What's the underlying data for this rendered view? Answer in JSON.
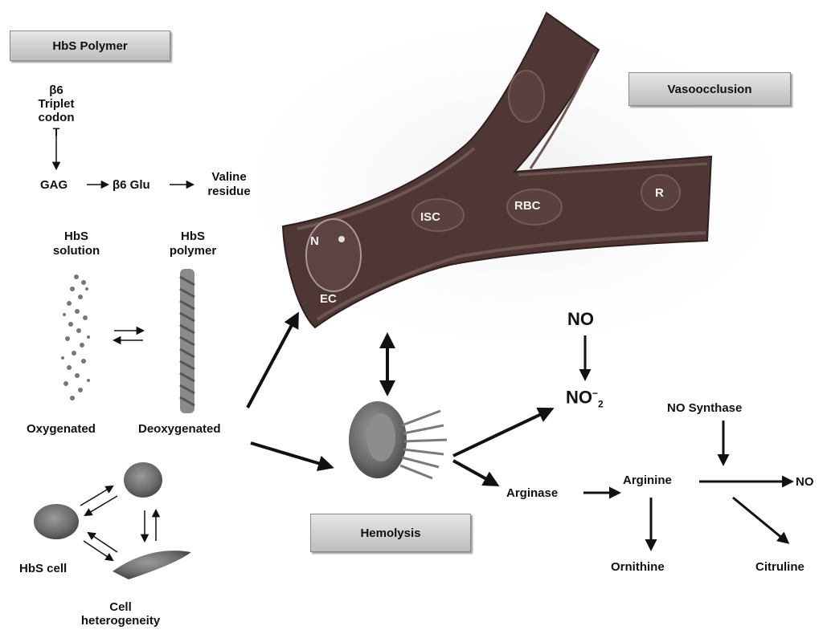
{
  "boxes": {
    "hbs_polymer": "HbS Polymer",
    "vasoocclusion": "Vasoocclusion",
    "hemolysis": "Hemolysis"
  },
  "genetics": {
    "beta6": "β6",
    "triplet": "Triplet",
    "codon": "codon",
    "t": "T",
    "gag": "GAG",
    "glu": "β6 Glu",
    "valine": "Valine",
    "residue": "residue"
  },
  "states": {
    "hbs_solution_1": "HbS",
    "hbs_solution_2": "solution",
    "hbs_polymer_1": "HbS",
    "hbs_polymer_2": "polymer",
    "oxygenated": "Oxygenated",
    "deoxygenated": "Deoxygenated"
  },
  "cells": {
    "hbs_cell": "HbS cell",
    "heterogeneity_1": "Cell",
    "heterogeneity_2": "heterogeneity"
  },
  "vessel": {
    "n": "N",
    "ec": "EC",
    "isc": "ISC",
    "rbc": "RBC",
    "r": "R"
  },
  "no_pathway": {
    "no_top": "NO",
    "no2": "NO",
    "no2_sup": "−",
    "no2_sub": "2",
    "no_synthase": "NO Synthase",
    "arginase": "Arginase",
    "arginine": "Arginine",
    "no_right": "NO",
    "ornithine": "Ornithine",
    "citrulline": "Citruline"
  },
  "colors": {
    "vessel": "#4e3735",
    "cell": "#6e6e6e",
    "arrow": "#111111"
  }
}
